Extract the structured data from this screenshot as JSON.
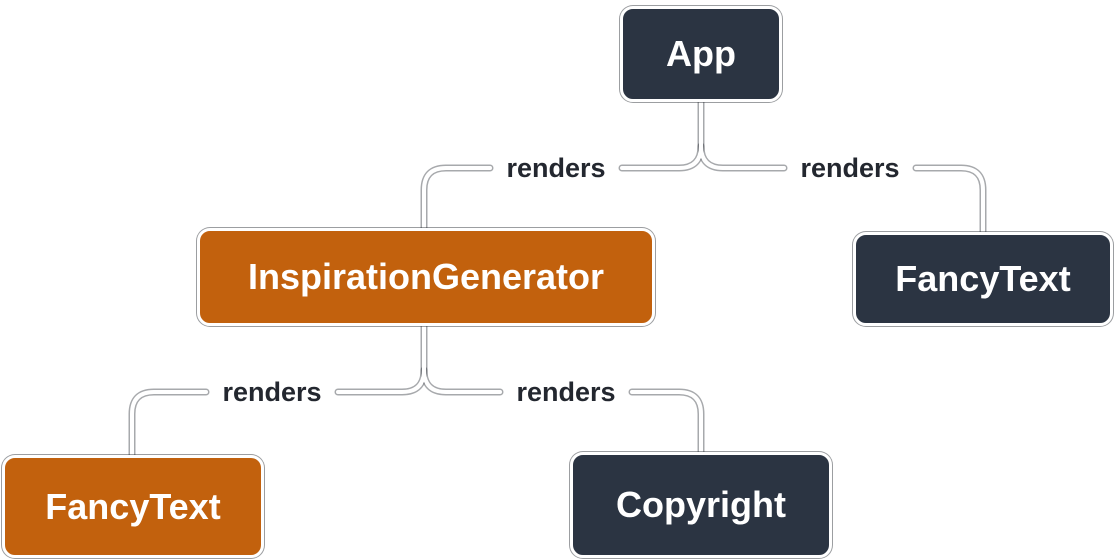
{
  "diagram": {
    "type": "component-render-tree",
    "edge_label": "renders",
    "nodes": [
      {
        "id": "app",
        "label": "App",
        "variant": "dark"
      },
      {
        "id": "inspiration-generator",
        "label": "InspirationGenerator",
        "variant": "orange"
      },
      {
        "id": "fancy-text-top",
        "label": "FancyText",
        "variant": "dark"
      },
      {
        "id": "fancy-text-bottom",
        "label": "FancyText",
        "variant": "orange"
      },
      {
        "id": "copyright",
        "label": "Copyright",
        "variant": "dark"
      }
    ],
    "edges": [
      {
        "from": "App",
        "to": "InspirationGenerator",
        "label": "renders"
      },
      {
        "from": "App",
        "to": "FancyText",
        "label": "renders"
      },
      {
        "from": "InspirationGenerator",
        "to": "FancyText",
        "label": "renders"
      },
      {
        "from": "InspirationGenerator",
        "to": "Copyright",
        "label": "renders"
      }
    ],
    "colors": {
      "background": "#ffffff",
      "node_dark": "#2B3442",
      "node_orange": "#C2610D",
      "node_text": "#ffffff",
      "edge_line": "#ffffff",
      "edge_line_edge": "rgba(35,39,47,0.4)",
      "edge_label_text": "#23272F"
    }
  }
}
